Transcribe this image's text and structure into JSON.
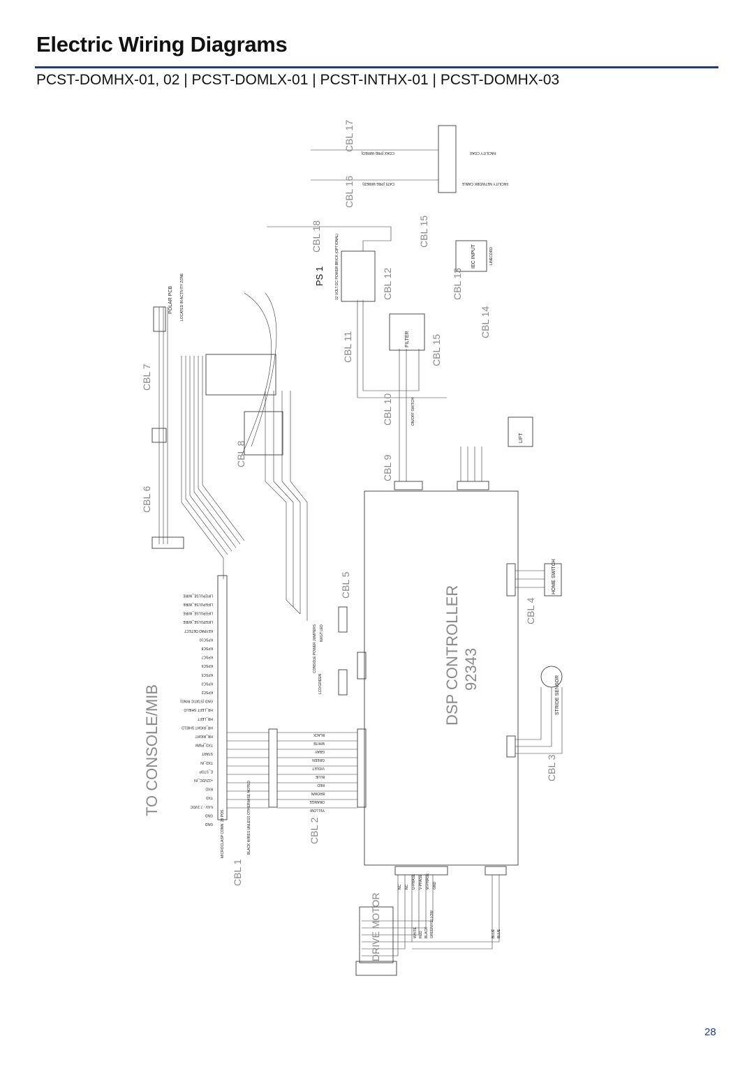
{
  "page": {
    "title": "Electric Wiring Diagrams",
    "subtitle": "PCST-DOMHX-01, 02 | PCST-DOMLX-01 | PCST-INTHX-01 | PCST-DOMHX-03",
    "page_number": "28"
  },
  "diagram": {
    "cable_labels": [
      "CBL 1",
      "CBL 2",
      "CBL 3",
      "CBL 4",
      "CBL 5",
      "CBL 6",
      "CBL 7",
      "CBL 8",
      "CBL 9",
      "CBL 10",
      "CBL 11",
      "CBL 12",
      "CBL 13",
      "CBL 14",
      "CBL 15",
      "CBL 15",
      "CBL 16",
      "CBL 17",
      "CBL 18"
    ],
    "blocks": {
      "console": "TO CONSOLE/MIB",
      "controller": "DSP CONTROLLER",
      "controller_part": "92343",
      "drive_motor": "DRIVE MOTOR",
      "stride_sensor": "STRIDE SENSOR",
      "home_switch": "HOME SWITCH",
      "polar_pcb": "POLAR PCB",
      "polar_location": "LOCATED IN ACTIVITY ZONE",
      "iec_input": "IEC INPUT",
      "line_cord": "LINECORD",
      "filter": "FILTER",
      "lift": "LIFT",
      "power_supply": "PS 1",
      "power_brick": "12 VOLT DC POWER BRICK (OPTIONAL)",
      "facility_coax": "FACILITY COAX",
      "facility_network": "FACILITY NETWORK CABLE",
      "coax_prewired": "COAX (PRE-WIRED)",
      "cat5_prewired": "CAT5 (PRE-WIRED)",
      "console_jumpers": "CONSOLE POWER JUMPERS",
      "lcd_green": "LCD/GREEN",
      "nxgt_led": "NXGT LED",
      "on_off_switch": "ON/OFF SWITCH",
      "microclasp": "MICROCLASP CONN. 28 POS.",
      "black_wires_note": "BLACK WIRES UNLESS OTHERWISE NOTED"
    },
    "console_pins": [
      "GND",
      "GND",
      "5.6V - 7.1VDC",
      "TXD",
      "RXD",
      "+12VDC_IN",
      "E_STOP",
      "TXD_IN",
      "START",
      "TXD_PWM",
      "HR_RIGHT",
      "HR_RIGHT SHIELD",
      "HR_LEFT",
      "HR_LEFT SHIELD",
      "GND (STATIC RING)",
      "KPSC2",
      "KPSC3",
      "KPSC5",
      "KPSC6",
      "KPSC7",
      "KPSC8",
      "KPSC10",
      "KEYPAD DETECT",
      "LIFEPULSE_WIRE",
      "LIFEPULSE_WIRE",
      "LIFEPULSE_WIRE",
      "LIFEPULSE_WIRE"
    ],
    "cbl2_wire_colors": [
      "YELLOW",
      "ORANGE",
      "BROWN",
      "RED",
      "BLUE",
      "VIOLET",
      "GREEN",
      "GRAY",
      "WHITE",
      "BLACK"
    ],
    "motor_wire_colors": [
      "WHITE",
      "RED",
      "BLACK",
      "GREEN/YELLOW",
      "BLUE",
      "BLUE"
    ],
    "motor_pins": [
      "NC",
      "NC",
      "U-PHASE",
      "V-PHASE",
      "W-PHASE",
      "GND"
    ]
  }
}
